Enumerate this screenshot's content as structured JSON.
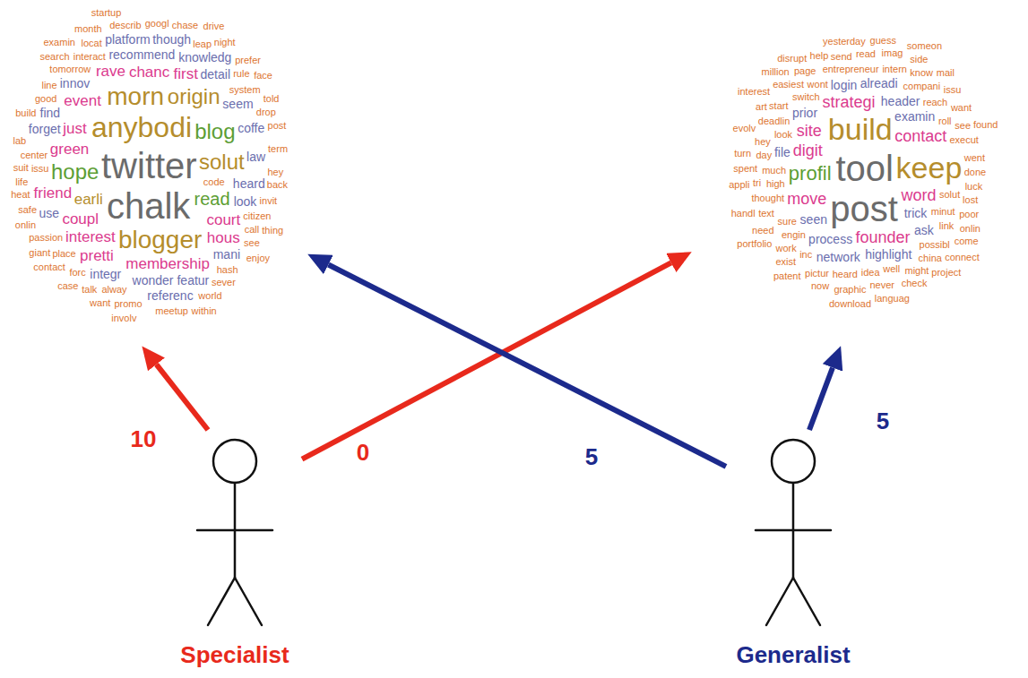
{
  "diagram": {
    "nodes": [
      {
        "text": [
          "twitter",
          "chalk",
          "anybodi",
          "morn",
          "blogger",
          "origin",
          "solut",
          "hope",
          "blog",
          "read",
          "earli",
          "chanc",
          "membership",
          "green",
          "interest",
          "just",
          "coupl",
          "event",
          "court",
          "rave",
          "first",
          "pretti",
          "hous",
          "friend",
          "recommend",
          "wonder",
          "heard",
          "innov",
          "seem",
          "look",
          "integr",
          "detail",
          "knowledg",
          "coffe",
          "forget",
          "use",
          "featur",
          "platform",
          "though",
          "find",
          "mani",
          "law",
          "referenc",
          "code",
          "tomorrow",
          "interact",
          "issu",
          "alway",
          "system",
          "place",
          "center",
          "citizen",
          "passion",
          "good",
          "call",
          "hash",
          "forc",
          "promo",
          "leap",
          "locat",
          "rule",
          "invit",
          "describ",
          "googl",
          "line",
          "drop",
          "see",
          "talk",
          "sever",
          "safe",
          "chase",
          "hey",
          "meetup",
          "want",
          "world",
          "contact",
          "term",
          "back",
          "heat",
          "build",
          "search",
          "life",
          "month",
          "night",
          "prefer",
          "suit",
          "enjoy",
          "case",
          "giant",
          "involv",
          "onlin",
          "thing",
          "examin",
          "post",
          "drive",
          "lab",
          "told",
          "startup",
          "within",
          "face"
        ]
      },
      {
        "text": [
          "tool",
          "post",
          "build",
          "keep",
          "profil",
          "contact",
          "strategi",
          "digit",
          "word",
          "move",
          "site",
          "founder",
          "examin",
          "trick",
          "header",
          "process",
          "seen",
          "prior",
          "login",
          "alreadi",
          "file",
          "highlight",
          "ask",
          "network",
          "look",
          "solut",
          "minut",
          "high",
          "switch",
          "much",
          "entrepreneur",
          "sure",
          "compani",
          "reach",
          "engin",
          "wont",
          "thought",
          "roll",
          "deadlin",
          "execut",
          "possibl",
          "link",
          "intern",
          "well",
          "day",
          "idea",
          "start",
          "heard",
          "inc",
          "hey",
          "know",
          "see",
          "went",
          "china",
          "text",
          "done",
          "work",
          "easiest",
          "page",
          "send",
          "luck",
          "read",
          "lost",
          "want",
          "poor",
          "tri",
          "might",
          "pictur",
          "imag",
          "never",
          "need",
          "spent",
          "graphic",
          "issu",
          "onlin",
          "help",
          "exist",
          "side",
          "turn",
          "come",
          "yesterday",
          "mail",
          "art",
          "check",
          "now",
          "guess",
          "appli",
          "found",
          "evolv",
          "connect",
          "million",
          "languag",
          "disrupt",
          "portfolio",
          "project",
          "patent",
          "someon",
          "handl",
          "interest",
          "download"
        ]
      },
      {
        "text": [
          "Specialist"
        ]
      },
      {
        "text": [
          "Generalist"
        ]
      }
    ],
    "edges": [
      {
        "from": 2,
        "to": 0,
        "label": "10",
        "arrow": "to"
      },
      {
        "from": 2,
        "to": 1,
        "label": "0",
        "arrow": "to"
      },
      {
        "from": 3,
        "to": 0,
        "label": "5",
        "arrow": "to"
      },
      {
        "from": 3,
        "to": 1,
        "label": "5",
        "arrow": "to"
      }
    ]
  }
}
